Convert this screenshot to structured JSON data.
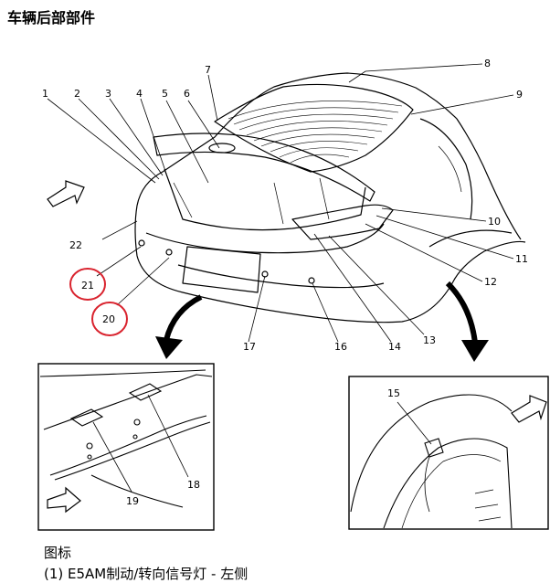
{
  "title": "车辆后部部件",
  "legend_title": "图标",
  "legend_first_item": "(1) E5AM制动/转向信号灯 - 左侧",
  "callouts": [
    "1",
    "2",
    "3",
    "4",
    "5",
    "6",
    "7",
    "8",
    "9",
    "10",
    "11",
    "12",
    "13",
    "14",
    "15",
    "16",
    "17",
    "18",
    "19",
    "20",
    "21",
    "22"
  ],
  "highlighted_callouts": [
    "20",
    "21"
  ],
  "highlight_color": "#d9232e"
}
